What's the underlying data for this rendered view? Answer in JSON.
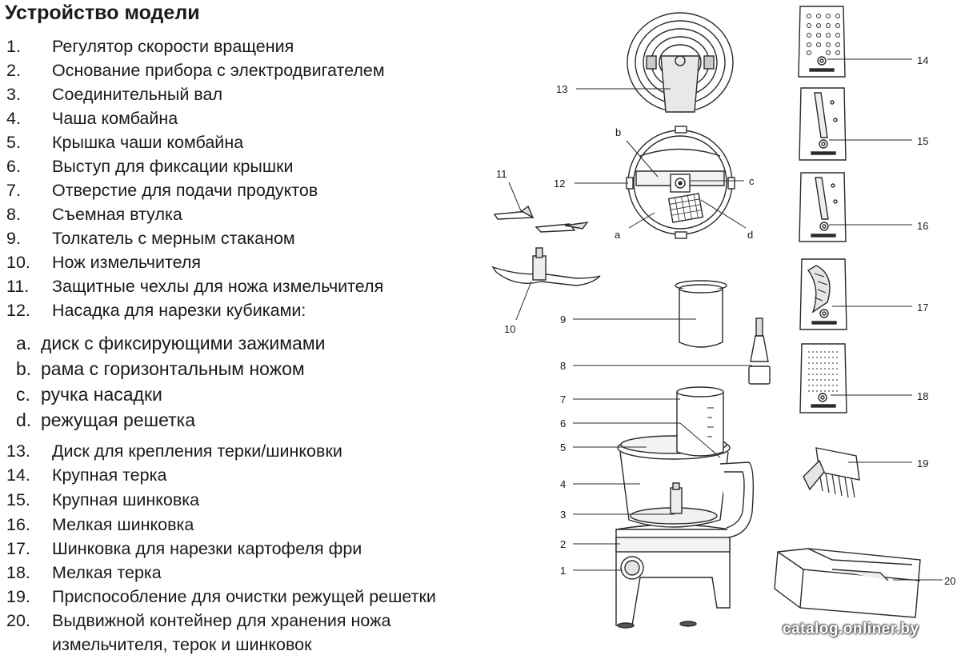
{
  "title": "Устройство модели",
  "items": [
    {
      "num": "1.",
      "text": "Регулятор скорости вращения"
    },
    {
      "num": "2.",
      "text": "Основание прибора с электродвигателем"
    },
    {
      "num": "3.",
      "text": "Соединительный вал"
    },
    {
      "num": "4.",
      "text": "Чаша комбайна"
    },
    {
      "num": "5.",
      "text": "Крышка чаши комбайна"
    },
    {
      "num": "6.",
      "text": "Выступ для фиксации крышки"
    },
    {
      "num": "7.",
      "text": "Отверстие для подачи продуктов"
    },
    {
      "num": "8.",
      "text": "Съемная втулка"
    },
    {
      "num": "9.",
      "text": "Толкатель с мерным стаканом"
    },
    {
      "num": "10.",
      "text": "Нож измельчителя"
    },
    {
      "num": "11.",
      "text": "Защитные чехлы для ножа измельчителя"
    },
    {
      "num": "12.",
      "text": "Насадка для нарезки кубиками:"
    },
    {
      "num": "13.",
      "text": "Диск для крепления терки/шинковки"
    },
    {
      "num": "14.",
      "text": "Крупная терка"
    },
    {
      "num": "15.",
      "text": "Крупная шинковка"
    },
    {
      "num": "16.",
      "text": "Мелкая шинковка"
    },
    {
      "num": "17.",
      "text": "Шинковка для нарезки картофеля фри"
    },
    {
      "num": "18.",
      "text": "Мелкая терка"
    },
    {
      "num": "19.",
      "text": "Приспособление для очистки режущей решетки"
    },
    {
      "num": "20.",
      "text": "Выдвижной контейнер для хранения ножа"
    }
  ],
  "item20_continuation": "измельчителя, терок и шинковок",
  "subitems": [
    {
      "num": "a.",
      "text": "диск с фиксирующими зажимами"
    },
    {
      "num": "b.",
      "text": "рама с горизонтальным ножом"
    },
    {
      "num": "c.",
      "text": "ручка насадки"
    },
    {
      "num": "d.",
      "text": "режущая решетка"
    }
  ],
  "callouts": {
    "n1": "1",
    "n2": "2",
    "n3": "3",
    "n4": "4",
    "n5": "5",
    "n6": "6",
    "n7": "7",
    "n8": "8",
    "n9": "9",
    "n10": "10",
    "n11": "11",
    "n12": "12",
    "n13": "13",
    "n14": "14",
    "n15": "15",
    "n16": "16",
    "n17": "17",
    "n18": "18",
    "n19": "19",
    "n20": "20",
    "a": "a",
    "b": "b",
    "c": "c",
    "d": "d"
  },
  "watermark": "catalog.onliner.by"
}
